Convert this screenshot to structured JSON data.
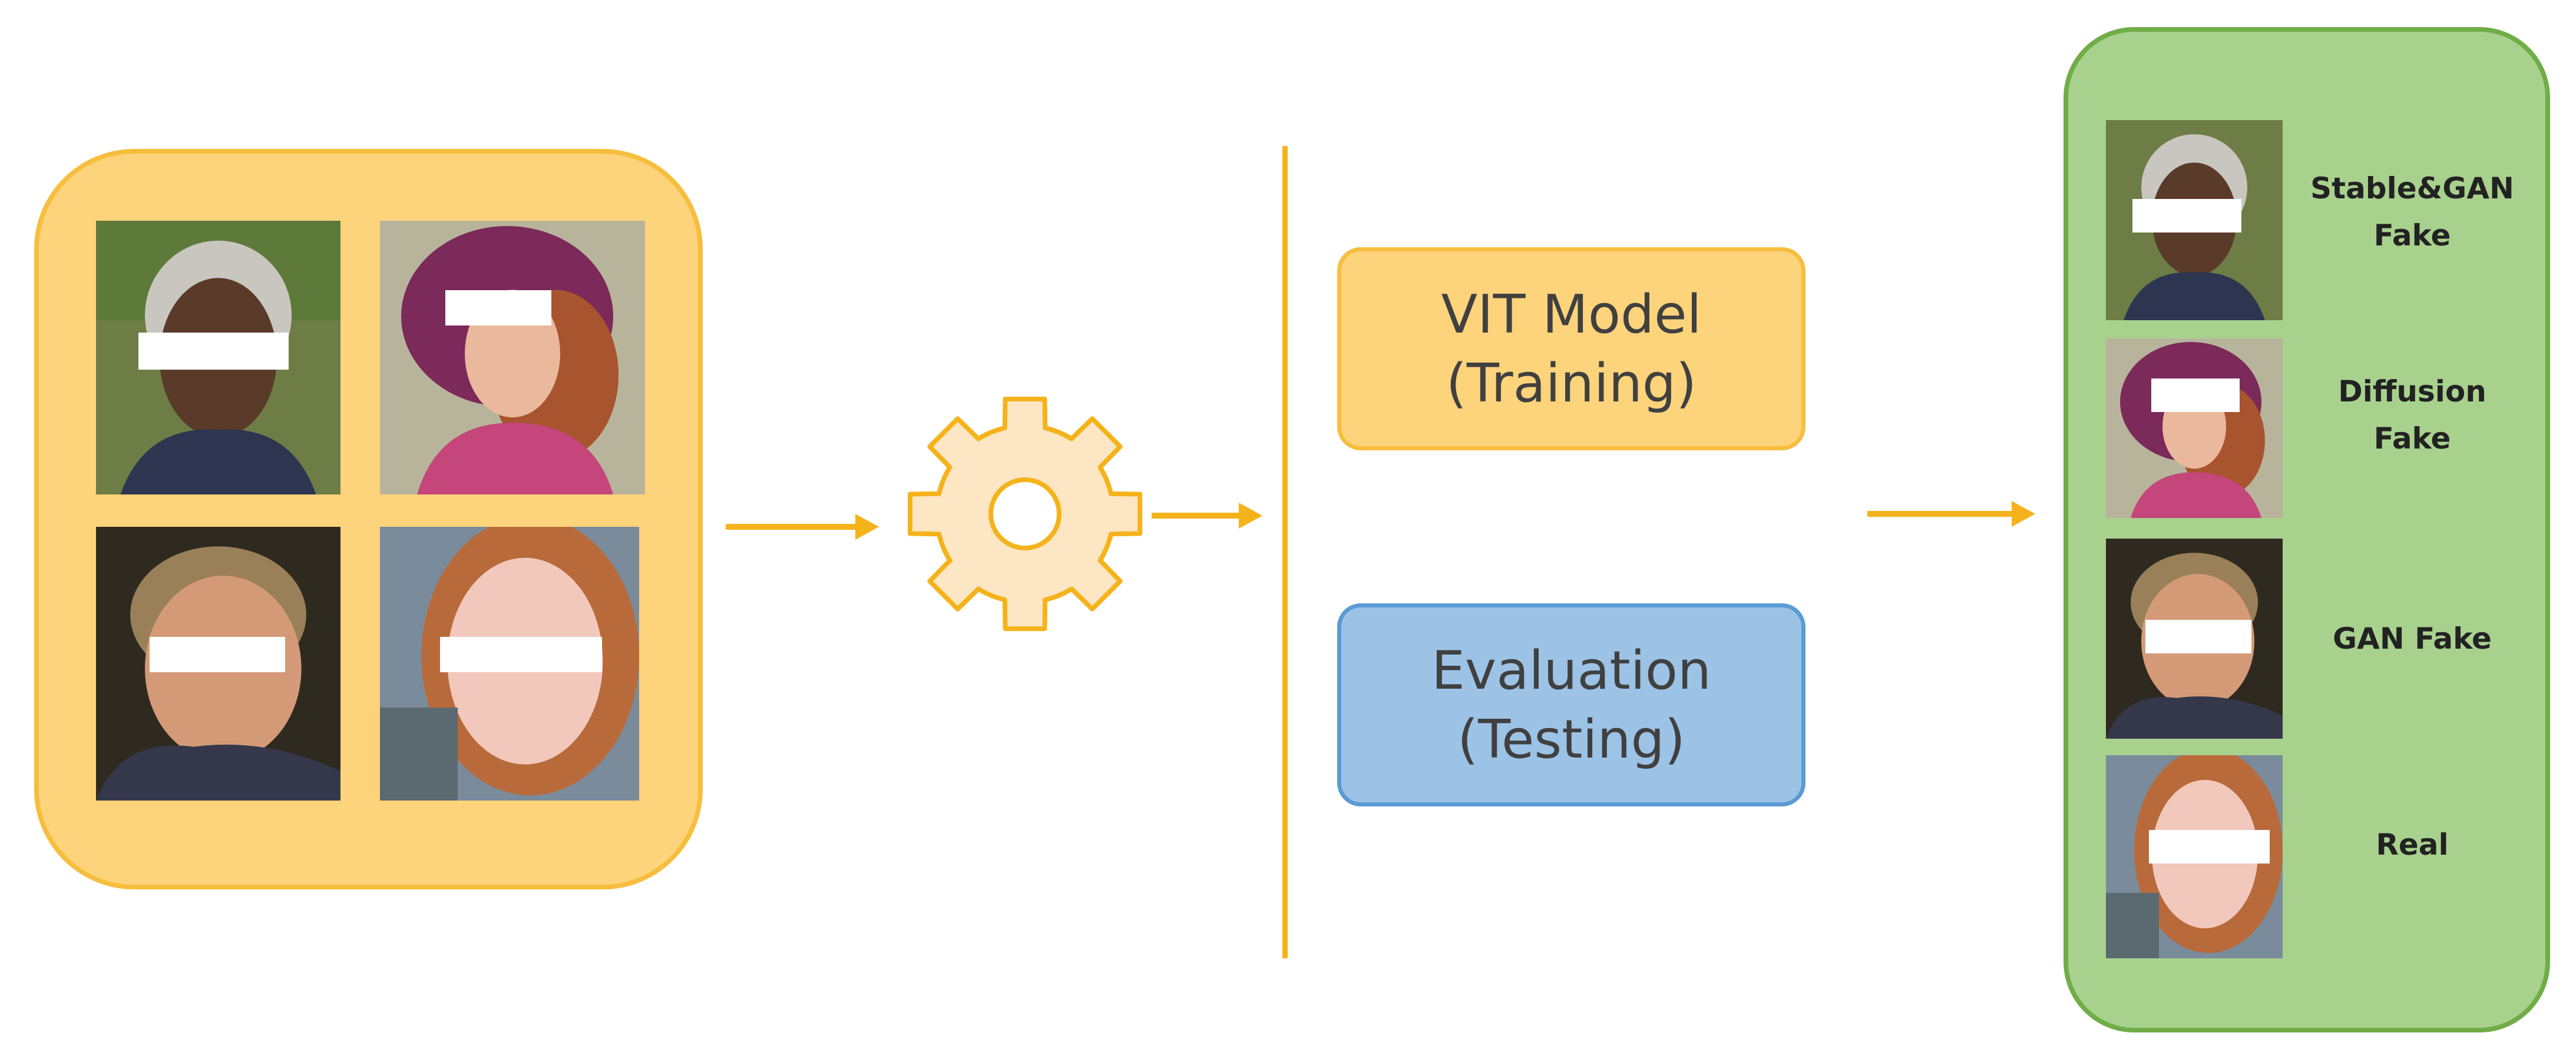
{
  "colors": {
    "input_panel_fill": "#fdd37b",
    "input_panel_border": "#f7be3e",
    "arrow": "#f5b31b",
    "gear_fill": "#fde6c4",
    "gear_stroke": "#f5b31b",
    "training_fill": "#fdd37b",
    "evaluation_fill": "#9cc3e6",
    "evaluation_border": "#5b9bd5",
    "output_panel_fill": "#a9d18e",
    "output_panel_border": "#70ad47"
  },
  "input_images": [
    "elderly-man-face",
    "girl-in-hat-face",
    "young-man-face",
    "smiling-woman-face"
  ],
  "processing_icon": "gear-icon",
  "training_box": {
    "line1": "VIT Model",
    "line2": "(Training)"
  },
  "evaluation_box": {
    "line1": "Evaluation",
    "line2": "(Testing)"
  },
  "outputs": [
    {
      "image": "elderly-man-face",
      "label_line1": "Stable&GAN",
      "label_line2": "Fake"
    },
    {
      "image": "girl-in-hat-face",
      "label_line1": "Diffusion Fake",
      "label_line2": ""
    },
    {
      "image": "young-man-face",
      "label_line1": "GAN Fake",
      "label_line2": ""
    },
    {
      "image": "smiling-woman-face",
      "label_line1": "Real",
      "label_line2": ""
    }
  ]
}
